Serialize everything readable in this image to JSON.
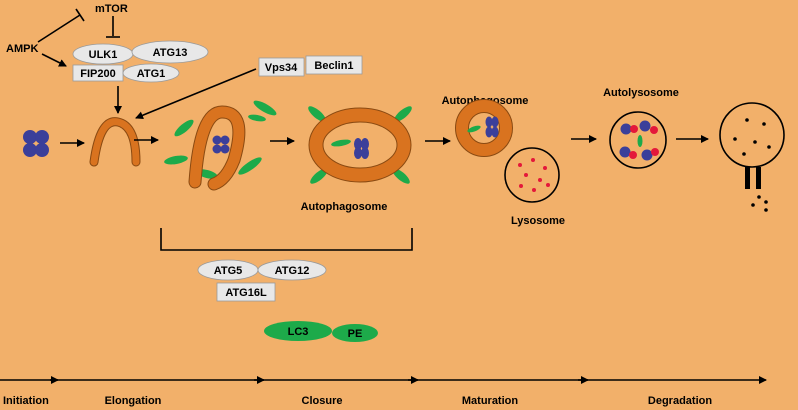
{
  "regulators": {
    "mtor": "mTOR",
    "ampk": "AMPK"
  },
  "complexes": {
    "ulk1": "ULK1",
    "atg13": "ATG13",
    "fip200": "FIP200",
    "atg1": "ATG1",
    "vps34": "Vps34",
    "beclin1": "Beclin1",
    "atg5": "ATG5",
    "atg12": "ATG12",
    "atg16l": "ATG16L",
    "lc3": "LC3",
    "pe": "PE"
  },
  "structures": {
    "autophagosome_center": "Autophagosome",
    "autophagosome_top": "Autophagosome",
    "lysosome": "Lysosome",
    "autolysosome": "Autolysosome"
  },
  "stages": [
    "Initiation",
    "Elongation",
    "Closure",
    "Maturation",
    "Degradation"
  ],
  "colors": {
    "background": "#f2b06a",
    "membrane": "#d9731f",
    "cargo": "#3b3f9a",
    "lc3": "#1daa4a",
    "lysosome_dot": "#e4183a",
    "box_fill": "#e8e8e8"
  }
}
